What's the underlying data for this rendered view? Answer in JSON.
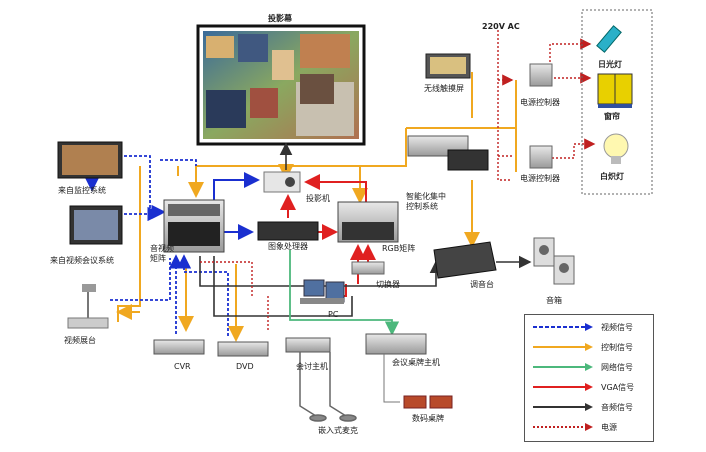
{
  "labels": {
    "screen": "投影幕",
    "wireless_touch": "无线触摸屏",
    "ac": "220V AC",
    "power_ctrl_1": "电源控制器",
    "power_ctrl_2": "电源控制器",
    "fluorescent": "日光灯",
    "curtain": "窗帘",
    "incandescent": "白炽灯",
    "monitor_sys": "来自监控系统",
    "video_conf": "来自视频会议系统",
    "visualizer": "视频展台",
    "av_matrix": "音视频\n矩阵",
    "projector": "投影机",
    "image_proc": "图象处理器",
    "rgb_matrix": "RGB矩阵",
    "central_ctrl": "智能化集中\n控制系统",
    "switcher": "切换器",
    "pc": "PC",
    "mixer": "调音台",
    "speaker": "音箱",
    "cvr": "CVR",
    "dvd": "DVD",
    "conf_host": "会讨主机",
    "table_host": "会议桌牌主机",
    "mic": "嵌入式麦克",
    "nameplate": "数码桌牌"
  },
  "legend": [
    {
      "label": "视频信号",
      "color": "#1a2fd0",
      "style": "dashed-open"
    },
    {
      "label": "控制信号",
      "color": "#f0a820",
      "style": "solid"
    },
    {
      "label": "网络信号",
      "color": "#4cb87c",
      "style": "solid"
    },
    {
      "label": "VGA信号",
      "color": "#e02020",
      "style": "solid"
    },
    {
      "label": "音频信号",
      "color": "#333333",
      "style": "solid"
    },
    {
      "label": "电源",
      "color": "#c02020",
      "style": "dotted"
    }
  ]
}
